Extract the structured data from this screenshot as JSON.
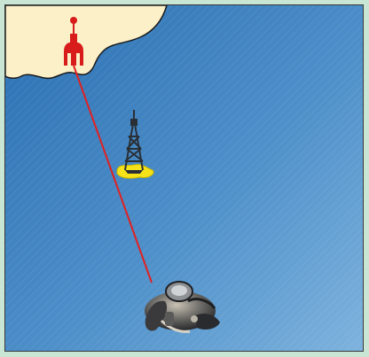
{
  "scene": {
    "elements": [
      {
        "name": "coastline-land",
        "icon": "land-shape"
      },
      {
        "name": "shore-transmitter",
        "icon": "antenna-tower-icon"
      },
      {
        "name": "offshore-oil-rig",
        "icon": "oil-rig-icon"
      },
      {
        "name": "diver",
        "icon": "scuba-diver-icon"
      },
      {
        "name": "signal-link",
        "icon": "line"
      }
    ]
  },
  "colors": {
    "water_top": "#2f74b7",
    "water_bottom": "#6fa8d6",
    "land": "#fbf0c8",
    "land_outline": "#1a1a1a",
    "tower_red": "#d81c1c",
    "link_red": "#e12020",
    "rig_dark": "#2a2f36",
    "float_yellow": "#f5e218",
    "frame_green": "#c9e6d4"
  }
}
